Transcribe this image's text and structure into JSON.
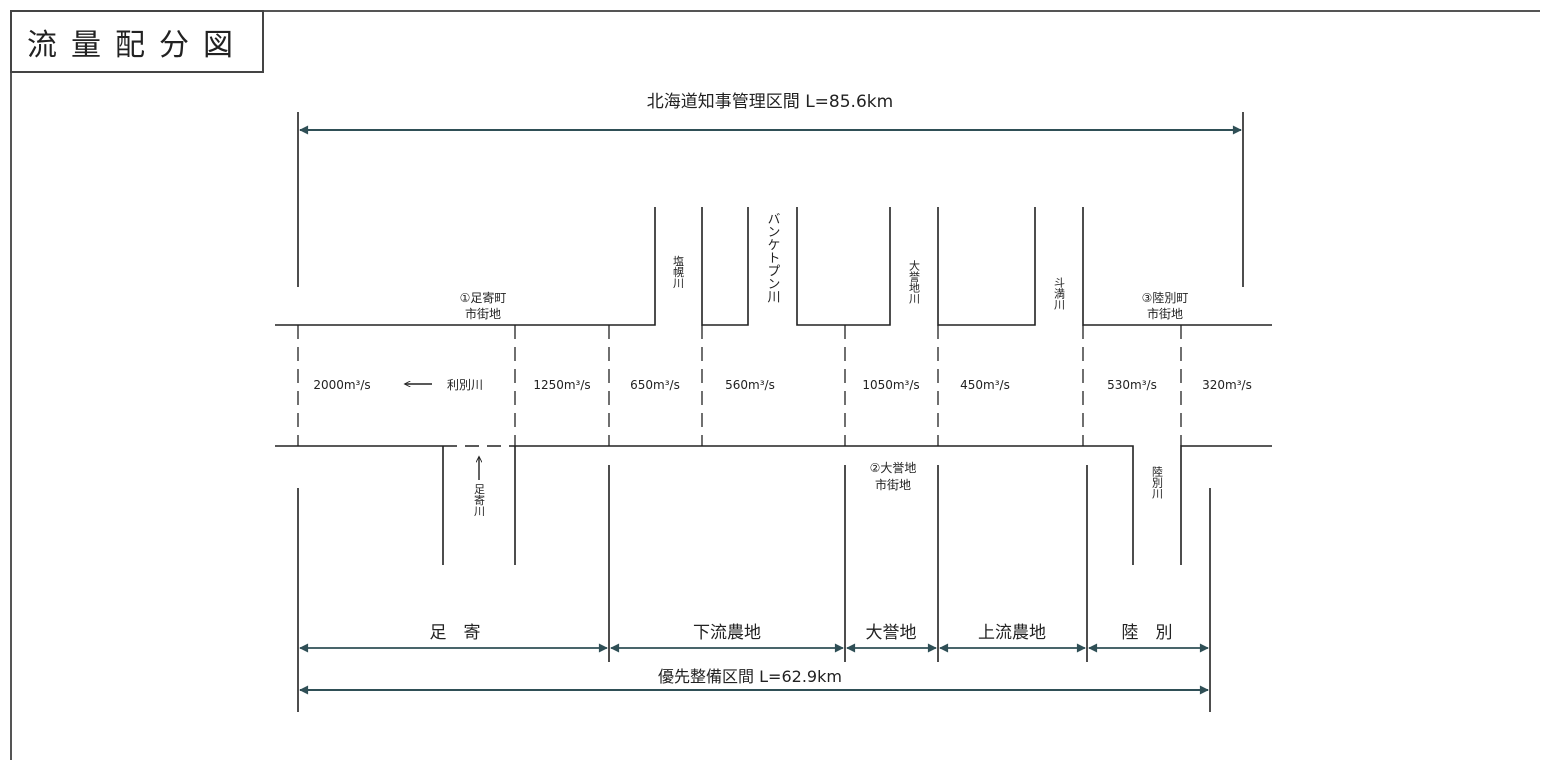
{
  "title": "流量配分図",
  "top_section": "北海道知事管理区間 L=85.6km",
  "bottom_section": "優先整備区間 L=62.9km",
  "towns": {
    "ashoro": [
      "①足寄町",
      "市街地"
    ],
    "honbetsu": [
      "②大誉地",
      "市街地"
    ],
    "rikubetsu": [
      "③陸別町",
      "市街地"
    ]
  },
  "tributaries": {
    "toshibetsu": "利別川",
    "ashoro_river": "足寄川",
    "shiomi": "塩幌川",
    "banketopun": "バンケトプン川",
    "oyochi": "大誉地川",
    "tomi": "斗満川",
    "rikubetsu_river": "陸別川"
  },
  "flows": [
    "2000m³/s",
    "1250m³/s",
    "650m³/s",
    "560m³/s",
    "1050m³/s",
    "450m³/s",
    "530m³/s",
    "320m³/s"
  ],
  "segments": [
    "足　寄",
    "下流農地",
    "大誉地",
    "上流農地",
    "陸　別"
  ],
  "colors": {
    "line": "#222222",
    "arrow": "#2f4f56"
  }
}
